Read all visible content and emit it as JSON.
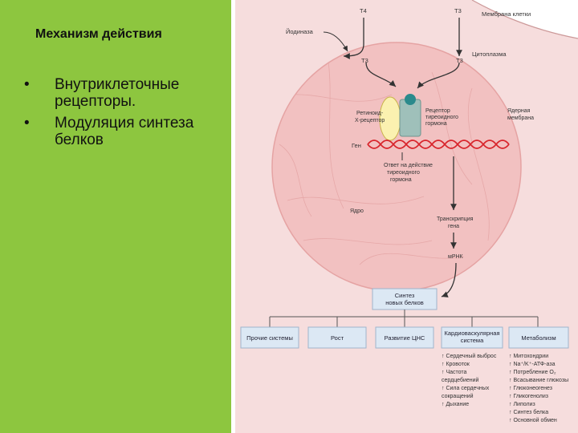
{
  "slide": {
    "title": "Механизм действия",
    "bullets": [
      "Внутриклеточные рецепторы.",
      "Модуляция синтеза белков"
    ]
  },
  "diagram": {
    "hormone_t4": "T4",
    "hormone_t3_in": "T3",
    "membrane_label": "Мембрана клетки",
    "deiodinase": "Йодиназа",
    "cytoplasm": "Цитоплазма",
    "t3_left": "T3",
    "t3_right": "T3",
    "retinoid_receptor": [
      "Ретиноид-",
      "X-рецептор"
    ],
    "thyroid_receptor": [
      "Рецептор",
      "тиреоидного",
      "гормона"
    ],
    "nuclear_membrane": [
      "Ядерная",
      "мембрана"
    ],
    "gene": "Ген",
    "response": [
      "Ответ на действие",
      "тиреоидного",
      "гормона"
    ],
    "nucleus": "Ядро",
    "transcription": [
      "Транскрипция",
      "гена"
    ],
    "mrna": "мРНК",
    "protein_synthesis": [
      "Синтез",
      "новых белков"
    ],
    "targets": [
      {
        "label": [
          "Прочие системы"
        ]
      },
      {
        "label": [
          "Рост"
        ]
      },
      {
        "label": [
          "Развитие ЦНС"
        ]
      },
      {
        "label": [
          "Кардиоваскулярная",
          "система"
        ]
      },
      {
        "label": [
          "Метаболизм"
        ]
      }
    ],
    "cardio_effects": [
      "↑ Сердечный выброс",
      "↑ Кровоток",
      "↑ Частота",
      "  сердцебиений",
      "↑ Сила сердечных",
      "  сокращений",
      "↑ Дыхание"
    ],
    "metabolism_effects": [
      "↑ Митохондрии",
      "↑ Na⁺/K⁺-АТФ-аза",
      "↑ Потребление O₂",
      "↑ Всасывание глюкозы",
      "↑ Глюконеогенез",
      "↑ Гликогенолиз",
      "↑ Липолиз",
      "↑ Синтез белка",
      "↑ Основной обмен"
    ]
  },
  "colors": {
    "panel": "#8dc63f",
    "cell": "#f6d6d6",
    "nucleus": "#f1b9b9",
    "dna": "#d8242b",
    "box": "#dce8f4",
    "box_border": "#9fb5cc",
    "arrow": "#333333"
  }
}
